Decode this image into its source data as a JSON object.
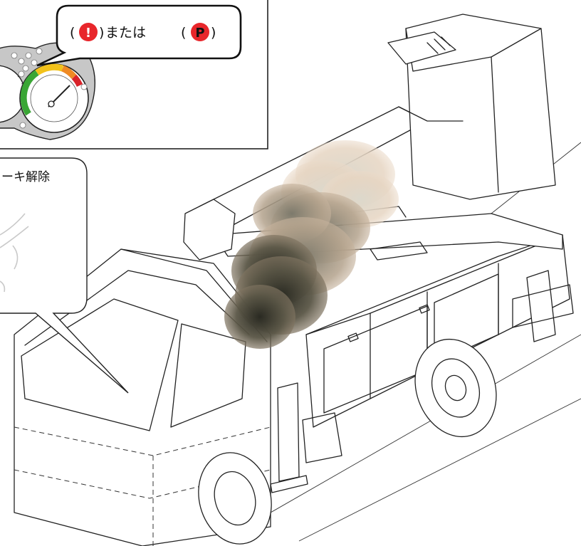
{
  "indicator_callout": {
    "open_paren": "(",
    "warning_symbol": "!",
    "close_paren": ")",
    "connector": "または",
    "parking_symbol": "P",
    "colors": {
      "warning_red": "#e8262b",
      "parking_red": "#e8262b"
    }
  },
  "speech_bubble": {
    "text": "ーキ解除"
  },
  "gauge_colors": {
    "bezel": "#c7c7c7",
    "green": "#3aa635",
    "yellow": "#f2c21b",
    "orange": "#ef8a24",
    "red": "#d9232a"
  },
  "smoke_colors": {
    "light": "#e3d3c1",
    "mid": "#b9a58d",
    "dark": "#3f3d33"
  }
}
